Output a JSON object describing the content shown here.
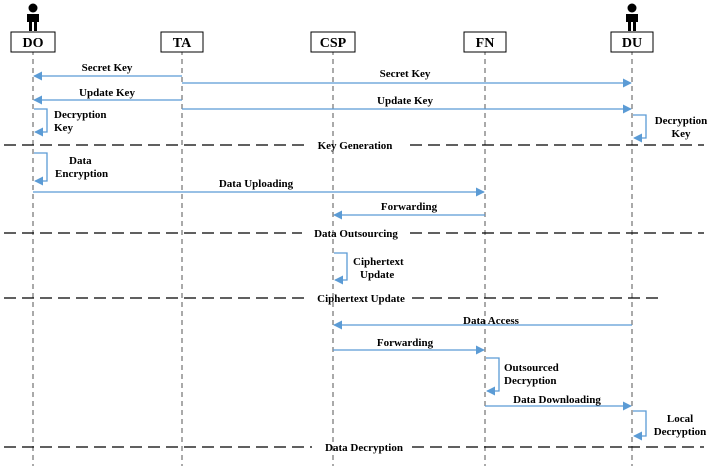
{
  "colors": {
    "arrow": "#5b9bd5",
    "text": "#000000",
    "line": "#000000"
  },
  "actors": [
    {
      "id": "DO",
      "label": "DO",
      "person_icon": true
    },
    {
      "id": "TA",
      "label": "TA",
      "person_icon": false
    },
    {
      "id": "CSP",
      "label": "CSP",
      "person_icon": false
    },
    {
      "id": "FN",
      "label": "FN",
      "person_icon": false
    },
    {
      "id": "DU",
      "label": "DU",
      "person_icon": true
    }
  ],
  "messages": [
    {
      "from": "TA",
      "to": "DO",
      "label": "Secret Key"
    },
    {
      "from": "TA",
      "to": "DU",
      "label": "Secret Key"
    },
    {
      "from": "TA",
      "to": "DO",
      "label": "Update Key"
    },
    {
      "from": "TA",
      "to": "DU",
      "label": "Update Key"
    },
    {
      "from": "DO",
      "to": "FN",
      "label": "Data Uploading"
    },
    {
      "from": "FN",
      "to": "CSP",
      "label": "Forwarding"
    },
    {
      "from": "DU",
      "to": "CSP",
      "label": "Data Access"
    },
    {
      "from": "CSP",
      "to": "FN",
      "label": "Forwarding"
    },
    {
      "from": "FN",
      "to": "DU",
      "label": "Data Downloading"
    }
  ],
  "self_actions": [
    {
      "actor": "DO",
      "label": [
        "Decryption",
        "Key"
      ]
    },
    {
      "actor": "DU",
      "label": [
        "Decryption",
        "Key"
      ]
    },
    {
      "actor": "DO",
      "label": [
        "Data",
        "Encryption"
      ]
    },
    {
      "actor": "CSP",
      "label": [
        "Ciphertext",
        "Update"
      ]
    },
    {
      "actor": "FN",
      "label": [
        "Outsourced",
        "Decryption"
      ]
    },
    {
      "actor": "DU",
      "label": [
        "Local",
        "Decryption"
      ]
    }
  ],
  "phases": [
    "Key Generation",
    "Data Outsourcing",
    "Ciphertext Update",
    "Data Decryption"
  ]
}
